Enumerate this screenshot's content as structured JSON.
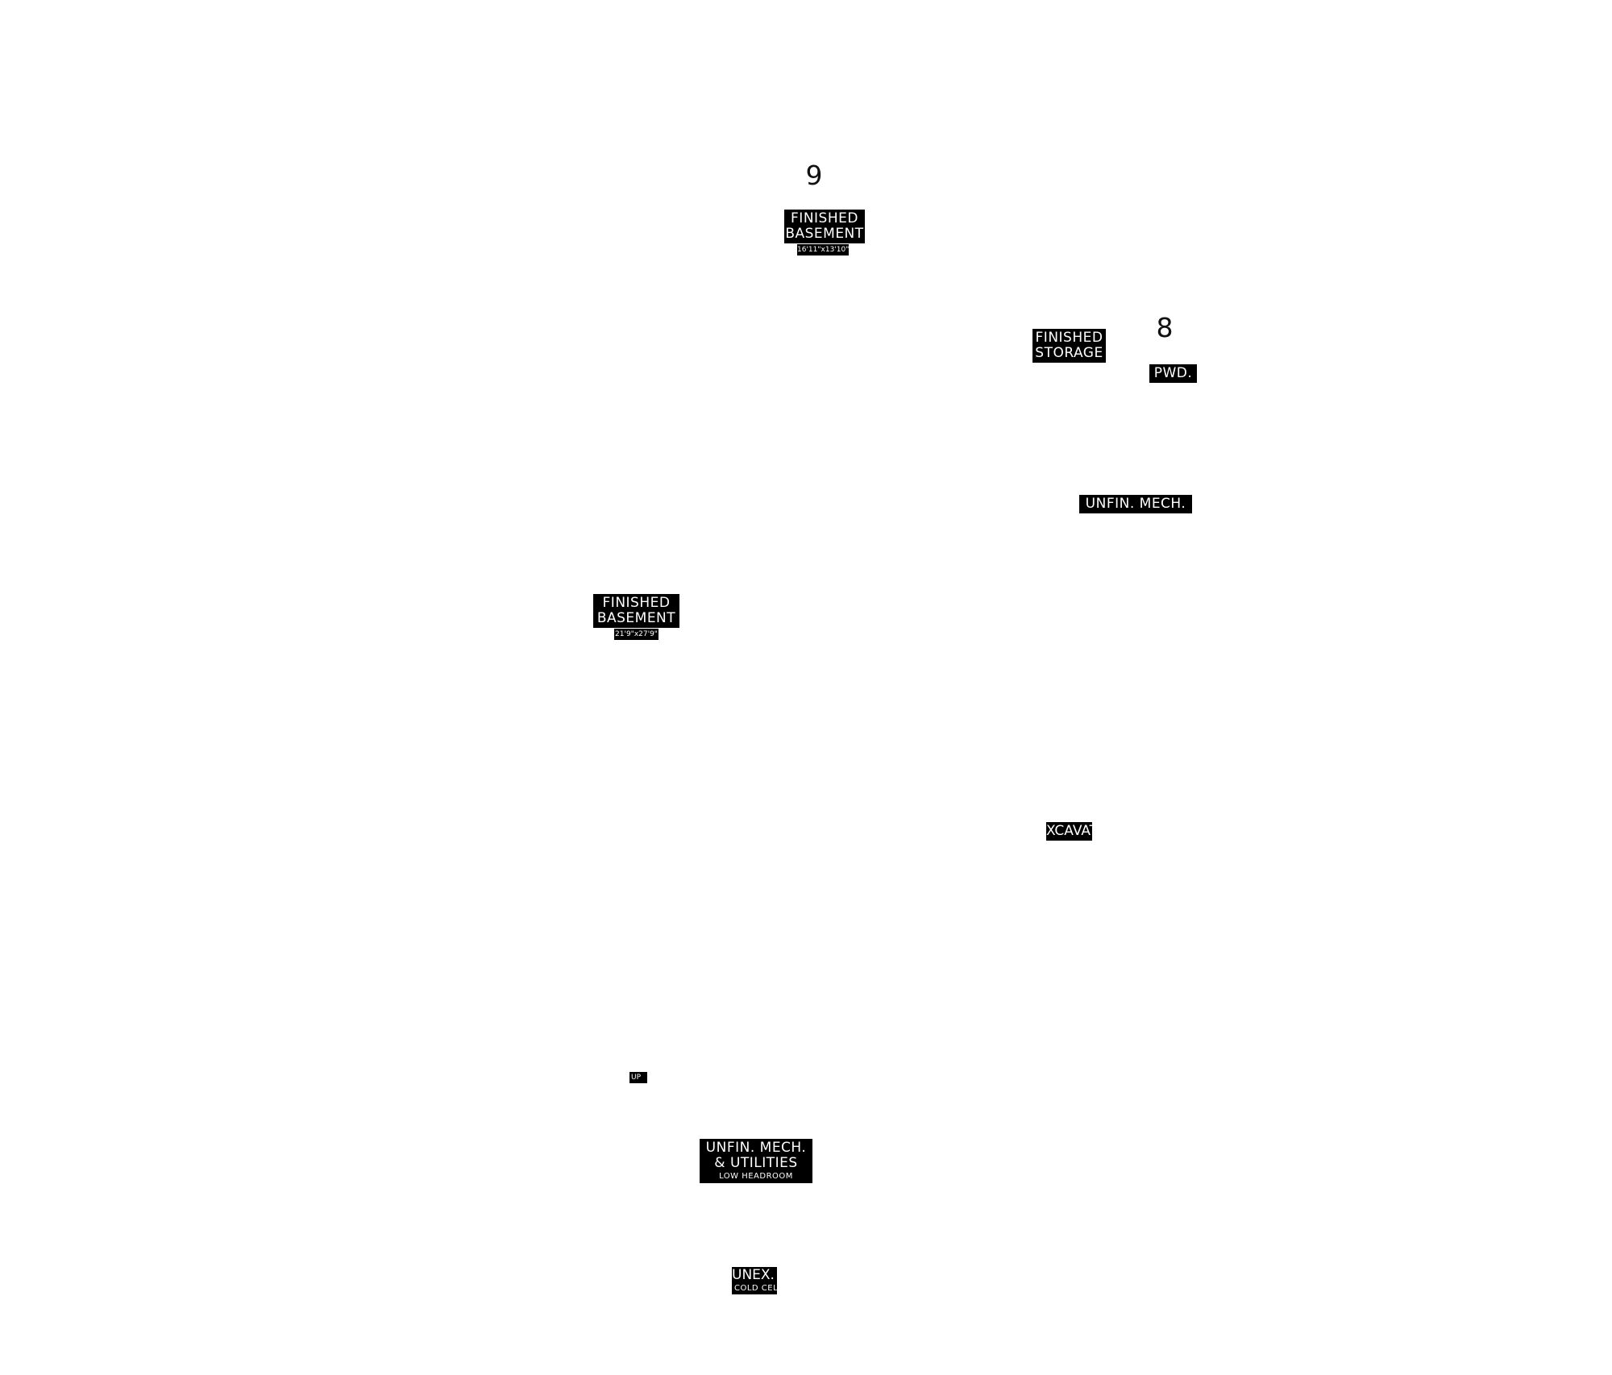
{
  "floor_plan": {
    "room_numbers": {
      "nine": "9",
      "eight": "8"
    },
    "rooms": {
      "finished_basement_top": {
        "line1": "FINISHED",
        "line2": "BASEMENT",
        "dimensions": "16'11\"x13'10\""
      },
      "finished_storage": {
        "line1": "FINISHED",
        "line2": "STORAGE"
      },
      "powder": {
        "line1": "PWD."
      },
      "unfin_mech_top": {
        "line1": "UNFIN. MECH."
      },
      "finished_basement_left": {
        "line1": "FINISHED",
        "line2": "BASEMENT",
        "dimensions": "21'9\"x27'9\""
      },
      "unexcavated": {
        "line1": "XCAVAT"
      },
      "stair": {
        "line1": "UP"
      },
      "unfin_mech_utilities": {
        "line1": "UNFIN. MECH.",
        "line2": "& UTILITIES",
        "note": "LOW HEADROOM"
      },
      "cold_cellar": {
        "line1": "UNEX.",
        "line2": "COLD CELL"
      }
    }
  }
}
